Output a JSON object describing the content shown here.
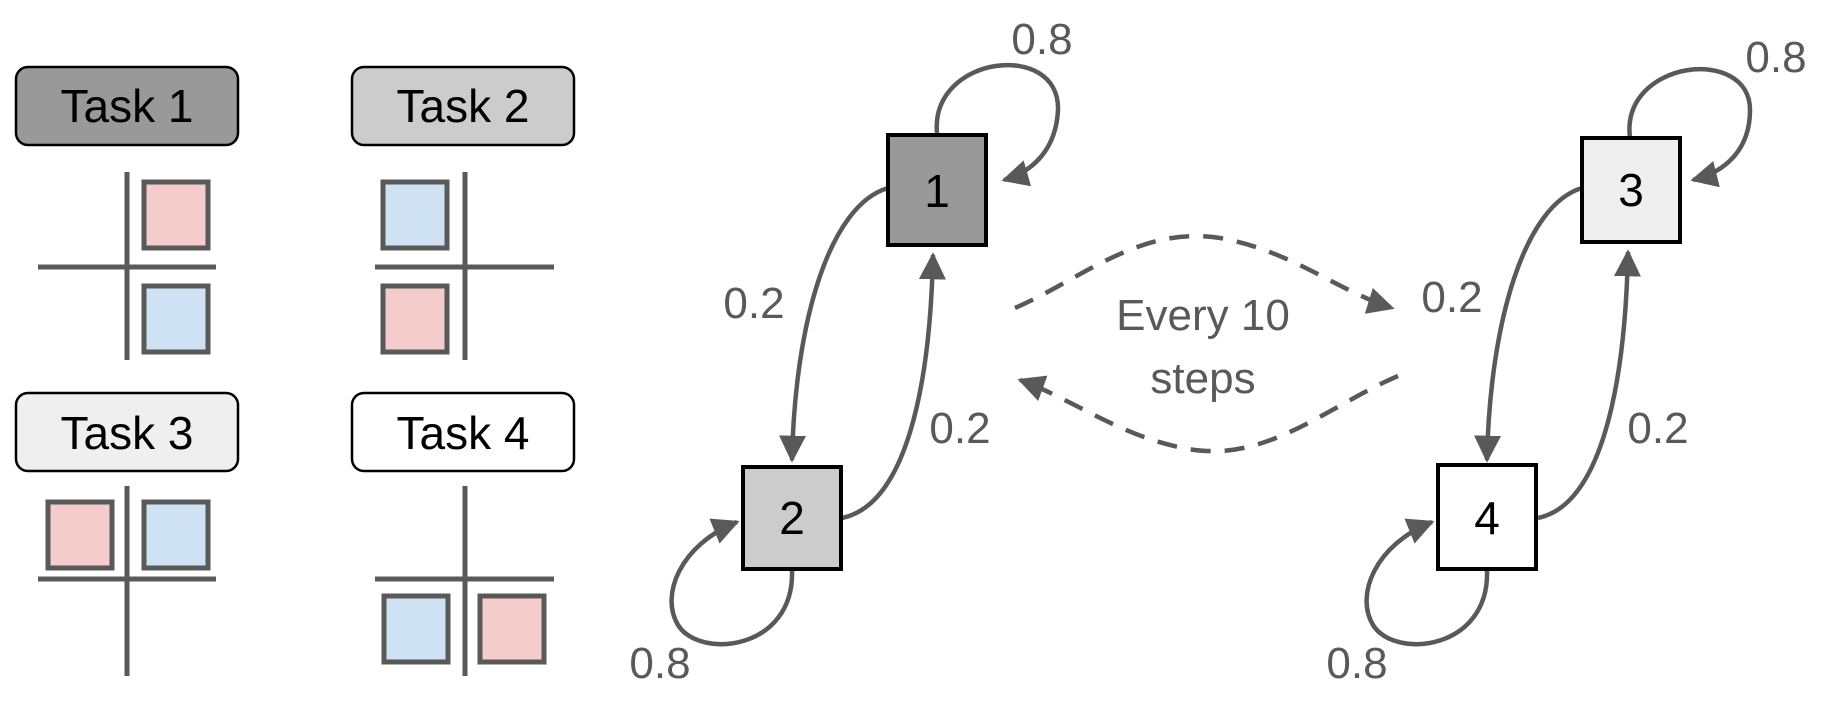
{
  "tasks": [
    {
      "label": "Task 1",
      "fill": "#999999"
    },
    {
      "label": "Task 2",
      "fill": "#cccccc"
    },
    {
      "label": "Task 3",
      "fill": "#efefef"
    },
    {
      "label": "Task 4",
      "fill": "#ffffff"
    }
  ],
  "states": [
    {
      "label": "1",
      "fill": "#999999"
    },
    {
      "label": "2",
      "fill": "#cccccc"
    },
    {
      "label": "3",
      "fill": "#efefef"
    },
    {
      "label": "4",
      "fill": "#ffffff"
    }
  ],
  "edges": {
    "self_1": "0.8",
    "e_1_2": "0.2",
    "e_2_1": "0.2",
    "self_2": "0.8",
    "self_3": "0.8",
    "e_3_4": "0.2",
    "e_4_3": "0.2",
    "self_4": "0.8"
  },
  "switch": {
    "line1": "Every 10",
    "line2": "steps"
  },
  "colors": {
    "stroke": "#595959",
    "pink": "#f4cccc",
    "blue": "#cfe2f3",
    "text_gray": "#595959"
  }
}
